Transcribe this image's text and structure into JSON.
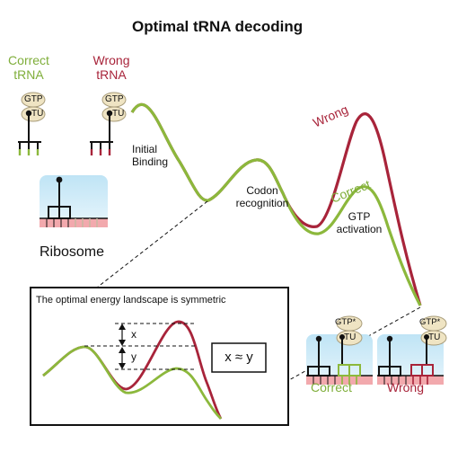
{
  "title": "Optimal tRNA decoding",
  "legend": {
    "correct_line1": "Correct",
    "correct_line2": "tRNA",
    "wrong_line1": "Wrong",
    "wrong_line2": "tRNA",
    "gtp": "GTP",
    "tu": "TU"
  },
  "ribosome_label": "Ribosome",
  "landscape": {
    "initial_binding": "Initial\nBinding",
    "codon_recognition": "Codon\nrecognition",
    "gtp_activation": "GTP\nactivation",
    "wrong_label": "Wrong",
    "correct_label": "Correct"
  },
  "inset": {
    "caption": "The optimal energy landscape is symmetric",
    "x_label": "x",
    "y_label": "y",
    "equation": "x ≈ y"
  },
  "outcomes": {
    "correct": "Correct",
    "wrong": "Wrong",
    "gtp_star": "GTP*",
    "tu": "TU"
  },
  "colors": {
    "correct": "#8cb83c",
    "wrong": "#a8243a",
    "ribosome_blue": "#cce9f6",
    "ribosome_pink": "#f2a9ad",
    "factor_tan": "#efe4c3"
  }
}
